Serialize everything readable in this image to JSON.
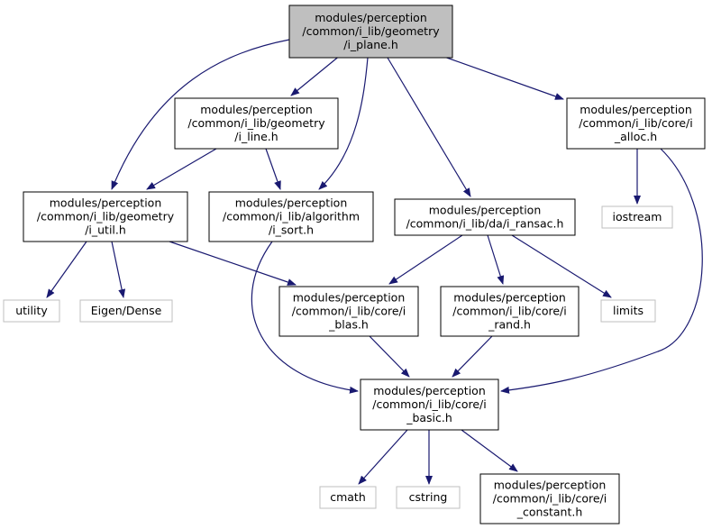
{
  "nodes": {
    "plane": {
      "lines": [
        "modules/perception",
        "/common/i_lib/geometry",
        "/i_plane.h"
      ],
      "fill": "#bfbfbf",
      "stroke": "#000000"
    },
    "line": {
      "lines": [
        "modules/perception",
        "/common/i_lib/geometry",
        "/i_line.h"
      ],
      "fill": "#ffffff",
      "stroke": "#000000"
    },
    "alloc": {
      "lines": [
        "modules/perception",
        "/common/i_lib/core/i",
        "_alloc.h"
      ],
      "fill": "#ffffff",
      "stroke": "#000000"
    },
    "util": {
      "lines": [
        "modules/perception",
        "/common/i_lib/geometry",
        "/i_util.h"
      ],
      "fill": "#ffffff",
      "stroke": "#000000"
    },
    "sort": {
      "lines": [
        "modules/perception",
        "/common/i_lib/algorithm",
        "/i_sort.h"
      ],
      "fill": "#ffffff",
      "stroke": "#000000"
    },
    "ransac": {
      "lines": [
        "modules/perception",
        "/common/i_lib/da/i_ransac.h"
      ],
      "fill": "#ffffff",
      "stroke": "#000000"
    },
    "iostream": {
      "lines": [
        "iostream"
      ],
      "fill": "#ffffff",
      "stroke": "#bfbfbf"
    },
    "utility": {
      "lines": [
        "utility"
      ],
      "fill": "#ffffff",
      "stroke": "#bfbfbf"
    },
    "eigen": {
      "lines": [
        "Eigen/Dense"
      ],
      "fill": "#ffffff",
      "stroke": "#bfbfbf"
    },
    "blas": {
      "lines": [
        "modules/perception",
        "/common/i_lib/core/i",
        "_blas.h"
      ],
      "fill": "#ffffff",
      "stroke": "#000000"
    },
    "rand": {
      "lines": [
        "modules/perception",
        "/common/i_lib/core/i",
        "_rand.h"
      ],
      "fill": "#ffffff",
      "stroke": "#000000"
    },
    "limits": {
      "lines": [
        "limits"
      ],
      "fill": "#ffffff",
      "stroke": "#bfbfbf"
    },
    "basic": {
      "lines": [
        "modules/perception",
        "/common/i_lib/core/i",
        "_basic.h"
      ],
      "fill": "#ffffff",
      "stroke": "#000000"
    },
    "cmath": {
      "lines": [
        "cmath"
      ],
      "fill": "#ffffff",
      "stroke": "#bfbfbf"
    },
    "cstring": {
      "lines": [
        "cstring"
      ],
      "fill": "#ffffff",
      "stroke": "#bfbfbf"
    },
    "constant": {
      "lines": [
        "modules/perception",
        "/common/i_lib/core/i",
        "_constant.h"
      ],
      "fill": "#ffffff",
      "stroke": "#000000"
    }
  },
  "edges": [
    {
      "from": "plane",
      "to": "line"
    },
    {
      "from": "plane",
      "to": "util"
    },
    {
      "from": "plane",
      "to": "sort"
    },
    {
      "from": "plane",
      "to": "ransac"
    },
    {
      "from": "plane",
      "to": "alloc"
    },
    {
      "from": "line",
      "to": "util"
    },
    {
      "from": "line",
      "to": "sort"
    },
    {
      "from": "util",
      "to": "utility"
    },
    {
      "from": "util",
      "to": "eigen"
    },
    {
      "from": "util",
      "to": "blas"
    },
    {
      "from": "sort",
      "to": "basic"
    },
    {
      "from": "ransac",
      "to": "blas"
    },
    {
      "from": "ransac",
      "to": "rand"
    },
    {
      "from": "ransac",
      "to": "limits"
    },
    {
      "from": "alloc",
      "to": "iostream"
    },
    {
      "from": "alloc",
      "to": "basic"
    },
    {
      "from": "blas",
      "to": "basic"
    },
    {
      "from": "rand",
      "to": "basic"
    },
    {
      "from": "basic",
      "to": "cmath"
    },
    {
      "from": "basic",
      "to": "cstring"
    },
    {
      "from": "basic",
      "to": "constant"
    }
  ],
  "colors": {
    "edge": "#191970",
    "background": "#ffffff"
  }
}
